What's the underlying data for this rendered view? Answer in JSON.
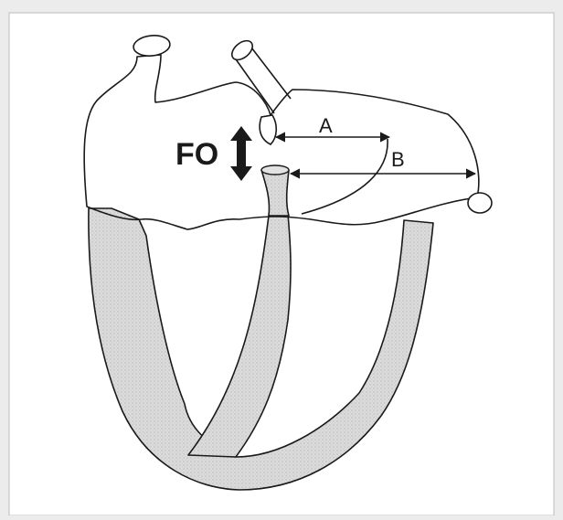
{
  "labels": {
    "fo": "FO",
    "a": "A",
    "b": "B"
  },
  "colors": {
    "background": "#ececec",
    "panel": "#ffffff",
    "line": "#1a1a1a",
    "wall_fill": "#d4d4d4"
  }
}
